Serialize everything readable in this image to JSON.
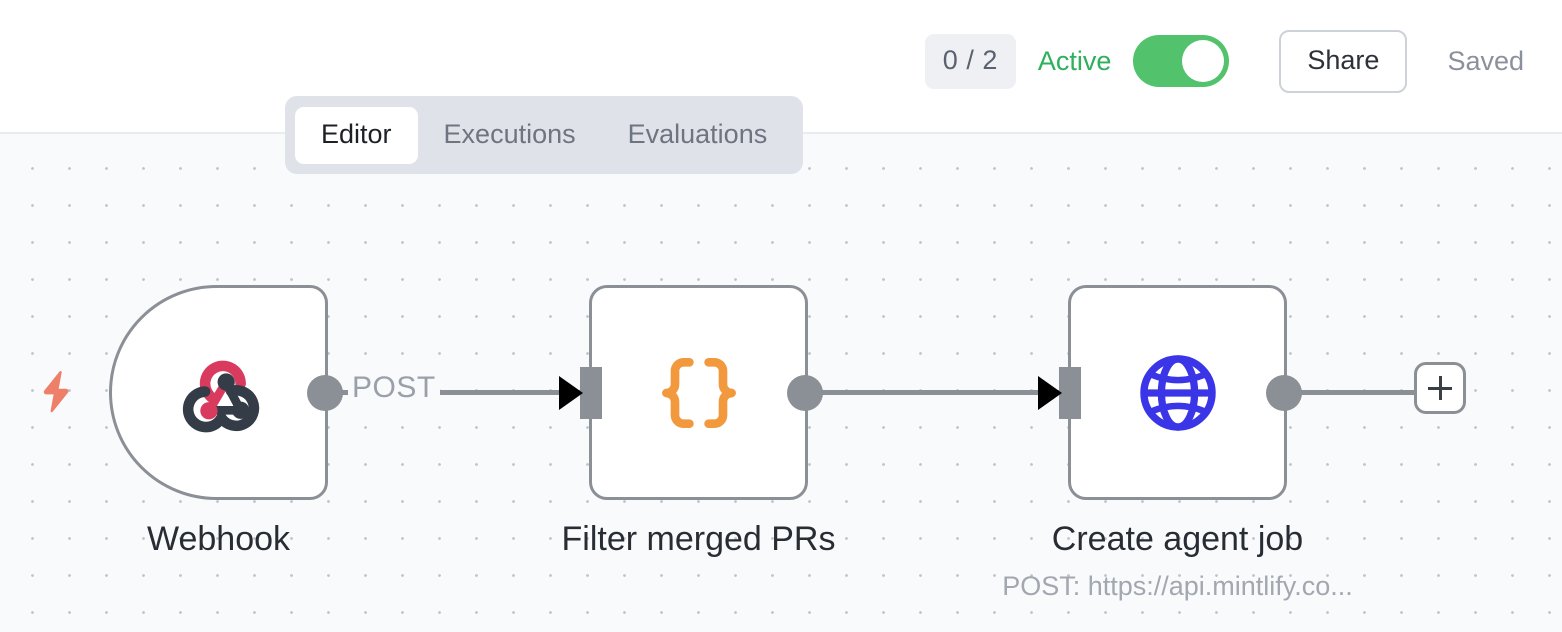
{
  "header": {
    "run_count": "0 / 2",
    "active_label": "Active",
    "toggle_state": "on",
    "share_label": "Share",
    "save_status": "Saved",
    "accent_green": "#52c36c",
    "active_text_color": "#2eb05c"
  },
  "tabs": [
    {
      "label": "Editor",
      "active": true
    },
    {
      "label": "Executions",
      "active": false
    },
    {
      "label": "Evaluations",
      "active": false
    }
  ],
  "canvas": {
    "background": "#f9fafc",
    "dot_color": "#c4c8d0",
    "trigger_bolt_color": "#ee7f68"
  },
  "nodes": [
    {
      "id": "webhook",
      "title": "Webhook",
      "subtitle": "",
      "icon": "webhook-icon",
      "icon_colors": [
        "#d93b5f",
        "#343c48"
      ],
      "type": "trigger"
    },
    {
      "id": "filter",
      "title": "Filter merged PRs",
      "subtitle": "",
      "icon": "curly-braces-icon",
      "icon_colors": [
        "#f2993e"
      ],
      "type": "code"
    },
    {
      "id": "http",
      "title": "Create agent job",
      "subtitle": "POST: https://api.mintlify.co...",
      "icon": "globe-icon",
      "icon_colors": [
        "#3b35e8"
      ],
      "type": "http"
    }
  ],
  "edges": [
    {
      "from": "webhook",
      "to": "filter",
      "label": "POST"
    },
    {
      "from": "filter",
      "to": "http",
      "label": ""
    },
    {
      "from": "http",
      "to": "add",
      "label": ""
    }
  ],
  "add_node_button": {
    "icon": "plus-icon",
    "label": ""
  }
}
